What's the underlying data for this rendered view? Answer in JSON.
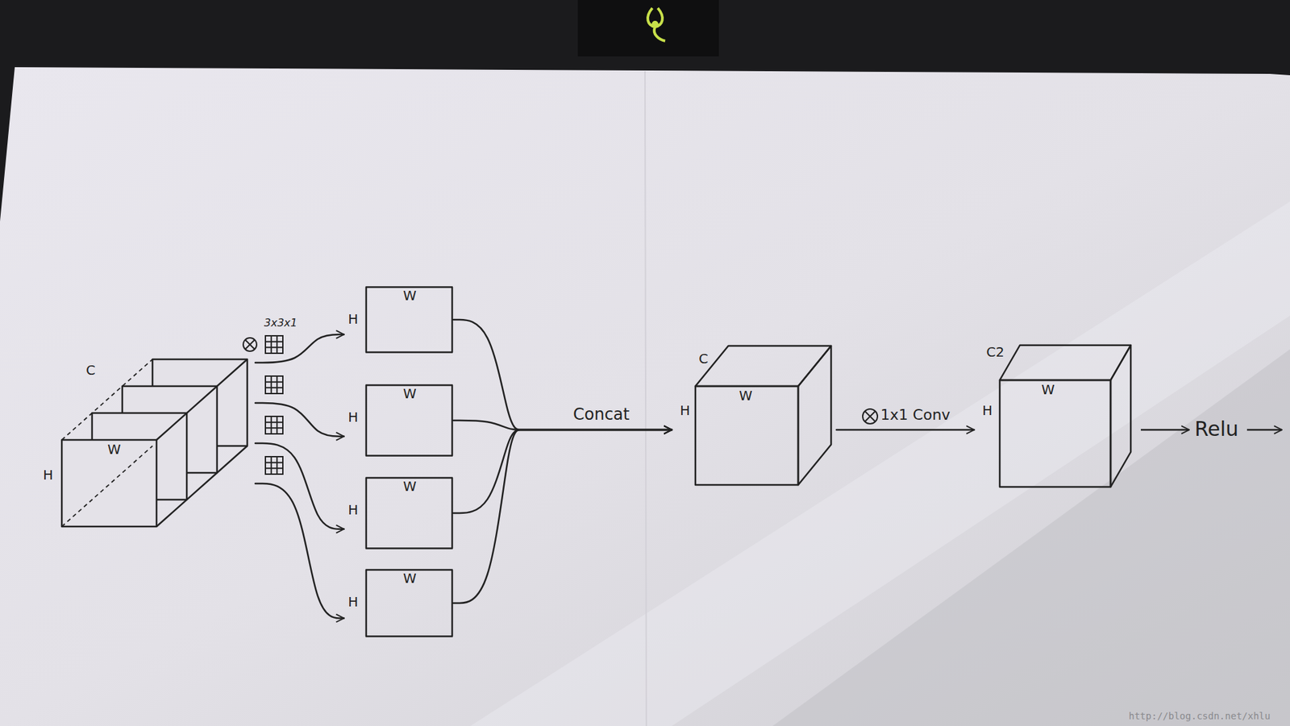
{
  "diagram": {
    "nodes": [
      {
        "text": [
          "C",
          "W",
          "H"
        ]
      },
      {
        "text": [
          "W",
          "H"
        ]
      },
      {
        "text": [
          "W",
          "H"
        ]
      },
      {
        "text": [
          "W",
          "H"
        ]
      },
      {
        "text": [
          "W",
          "H"
        ]
      },
      {
        "text": [
          "C",
          "W",
          "H"
        ]
      },
      {
        "text": [
          "C2",
          "W",
          "H"
        ]
      }
    ],
    "edges": [
      {
        "from": 0,
        "to": 1,
        "arrow": "to"
      },
      {
        "from": 0,
        "to": 2,
        "arrow": "to"
      },
      {
        "from": 0,
        "to": 3,
        "arrow": "to"
      },
      {
        "from": 0,
        "to": 4,
        "arrow": "to"
      },
      {
        "from": 1,
        "to": 5,
        "label": "Concat",
        "arrow": "to"
      },
      {
        "from": 2,
        "to": 5,
        "arrow": "to"
      },
      {
        "from": 3,
        "to": 5,
        "arrow": "to"
      },
      {
        "from": 4,
        "to": 5,
        "arrow": "to"
      },
      {
        "from": 5,
        "to": 6,
        "label": "1x1 Conv",
        "arrow": "to"
      }
    ],
    "labels": [
      "3x3x1",
      "Relu",
      "http://blog.csdn.net/xhlu"
    ]
  }
}
